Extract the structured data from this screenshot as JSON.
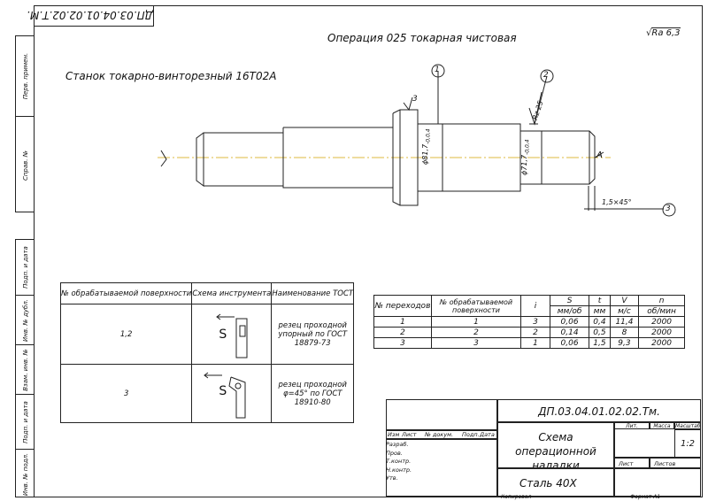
{
  "drawing": {
    "code": "ДП.03.04.01.02.02.Т.М.",
    "operation_title": "Операция 025 токарная чистовая",
    "machine": "Станок токарно-винторезный 16Т02А",
    "roughness": "Ra 6,3",
    "callouts": [
      "1",
      "2",
      "3"
    ],
    "callout_3_top": "3",
    "dim_d1": "ϕ81,7",
    "dim_d1_tol": "-0,0,4",
    "dim_d2": "ϕ71,7",
    "dim_d2_tol": "-0,0,4",
    "dim_rz": "Rz 25",
    "dim_chamfer": "1,5×45°",
    "datum": "A"
  },
  "sidebar": {
    "cells": [
      "Инв. № подл.",
      "Подп. и дата",
      "Взам. инв. №",
      "Инв. № дубл.",
      "Подп. и дата"
    ],
    "top_cells": [
      "Перв. примен.",
      "Справ. №"
    ]
  },
  "tools_table": {
    "headers": [
      "№ обрабатываемой поверхности",
      "Схема инструмента",
      "Наименование ТОСТ"
    ],
    "rows": [
      {
        "surface": "1,2",
        "feed": "S",
        "name": "резец проходной упорный по ГОСТ 18879-73"
      },
      {
        "surface": "3",
        "feed": "S",
        "name": "резец проходной φ=45° по ГОСТ 18910-80"
      }
    ]
  },
  "modes_table": {
    "headers": [
      "№ переходов",
      "№ обрабатываемой поверхности",
      "i",
      "S",
      "t",
      "V",
      "n"
    ],
    "units": [
      "мм/об",
      "мм",
      "м/с",
      "об/мин"
    ],
    "rows": [
      [
        "1",
        "1",
        "3",
        "0,06",
        "0,4",
        "11,4",
        "2000"
      ],
      [
        "2",
        "2",
        "2",
        "0,14",
        "0,5",
        "8",
        "2000"
      ],
      [
        "3",
        "3",
        "1",
        "0,06",
        "1,5",
        "9,3",
        "2000"
      ]
    ]
  },
  "title_block": {
    "code": "ДП.03.04.01.02.02.Тм.",
    "name": "Схема операционной наладки",
    "material": "Сталь 40Х",
    "scale": "1:2",
    "col_headers": [
      "Изм",
      "Лист",
      "№ докум.",
      "Подп.",
      "Дата"
    ],
    "row_labels": [
      "Разраб.",
      "Пров.",
      "Т.контр.",
      "",
      "Н.контр.",
      "Утв."
    ],
    "lit_label": "Лит.",
    "mass_label": "Масса",
    "scale_label": "Масштаб",
    "sheet_label": "Лист",
    "sheets_label": "Листов",
    "copied": "Копировал",
    "format": "Формат А1"
  }
}
